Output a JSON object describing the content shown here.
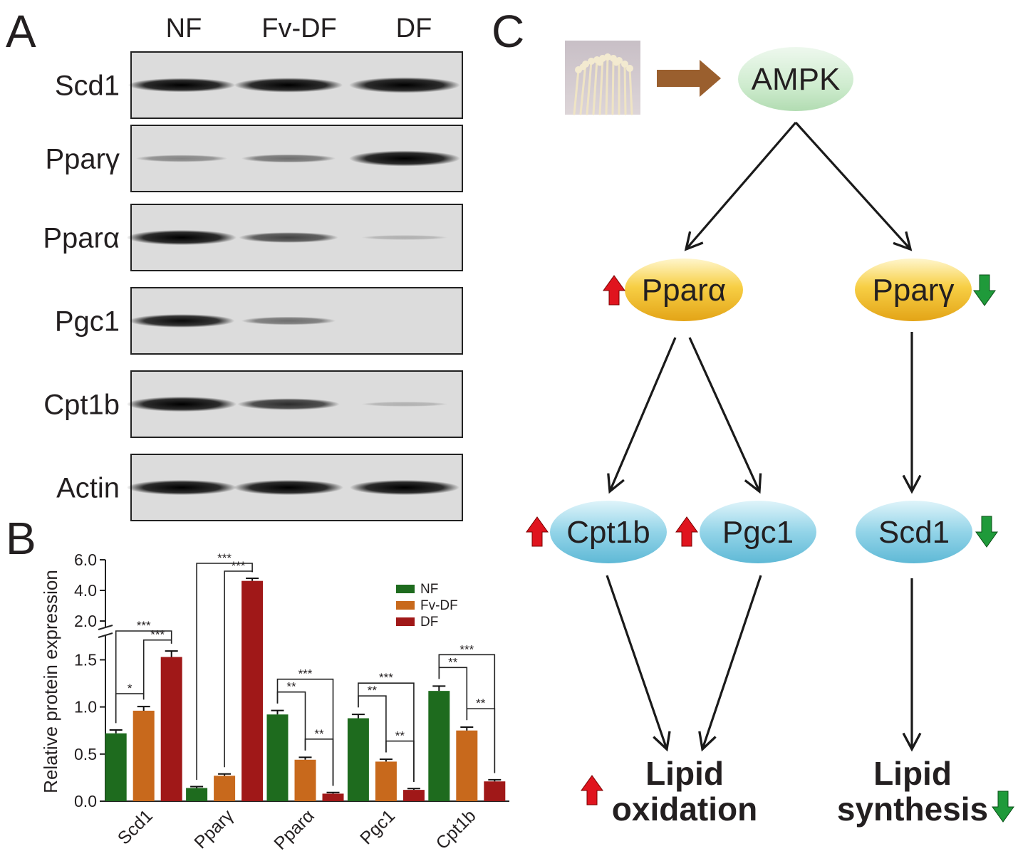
{
  "panels": {
    "a": "A",
    "b": "B",
    "c": "C"
  },
  "blot": {
    "lanes": [
      "NF",
      "Fv-DF",
      "DF"
    ],
    "rows": [
      {
        "label": "Scd1",
        "intensity": [
          0.85,
          0.9,
          1.0
        ]
      },
      {
        "label": "Pparγ",
        "intensity": [
          0.25,
          0.35,
          1.0
        ]
      },
      {
        "label": "Pparα",
        "intensity": [
          0.95,
          0.55,
          0.05
        ]
      },
      {
        "label": "Pgc1",
        "intensity": [
          0.8,
          0.35,
          0.0
        ]
      },
      {
        "label": "Cpt1b",
        "intensity": [
          0.95,
          0.65,
          0.05
        ]
      },
      {
        "label": "Actin",
        "intensity": [
          0.95,
          0.95,
          0.95
        ]
      }
    ]
  },
  "chart_data": {
    "type": "bar",
    "ylabel": "Relative protein expression",
    "categories": [
      "Scd1",
      "Pparγ",
      "Pparα",
      "Pgc1",
      "Cpt1b"
    ],
    "series": [
      {
        "name": "NF",
        "color": "#1e6b1e",
        "values": [
          0.72,
          0.14,
          0.92,
          0.88,
          1.17
        ]
      },
      {
        "name": "Fv-DF",
        "color": "#c8691c",
        "values": [
          0.96,
          0.27,
          0.44,
          0.42,
          0.75
        ]
      },
      {
        "name": "DF",
        "color": "#a01818",
        "values": [
          1.53,
          4.62,
          0.08,
          0.12,
          0.21
        ]
      }
    ],
    "ylim": [
      0,
      6.0
    ],
    "axis_break": [
      1.7,
      2.0
    ],
    "yticks": [
      "0.0",
      "0.5",
      "1.0",
      "1.5",
      "2.0",
      "4.0",
      "6.0"
    ],
    "legend_position": "top-right",
    "significance": [
      {
        "group": 0,
        "from": 0,
        "to": 1,
        "label": "*"
      },
      {
        "group": 0,
        "from": 1,
        "to": 2,
        "label": "***"
      },
      {
        "group": 0,
        "from": 0,
        "to": 2,
        "label": "***"
      },
      {
        "group": 1,
        "from": 1,
        "to": 2,
        "label": "***"
      },
      {
        "group": 1,
        "from": 0,
        "to": 2,
        "label": "***"
      },
      {
        "group": 2,
        "from": 0,
        "to": 1,
        "label": "**"
      },
      {
        "group": 2,
        "from": 1,
        "to": 2,
        "label": "**"
      },
      {
        "group": 2,
        "from": 0,
        "to": 2,
        "label": "***"
      },
      {
        "group": 3,
        "from": 0,
        "to": 1,
        "label": "**"
      },
      {
        "group": 3,
        "from": 1,
        "to": 2,
        "label": "**"
      },
      {
        "group": 3,
        "from": 0,
        "to": 2,
        "label": "***"
      },
      {
        "group": 4,
        "from": 0,
        "to": 1,
        "label": "**"
      },
      {
        "group": 4,
        "from": 1,
        "to": 2,
        "label": "**"
      },
      {
        "group": 4,
        "from": 0,
        "to": 2,
        "label": "***"
      }
    ]
  },
  "pathway": {
    "colors": {
      "up": "#e0141e",
      "down": "#1f9a3a",
      "arrow_brown": "#9a5f2e"
    },
    "nodes": {
      "ampk": "AMPK",
      "ppara": "Pparα",
      "pparg": "Pparγ",
      "cpt1b": "Cpt1b",
      "pgc1": "Pgc1",
      "scd1": "Scd1"
    },
    "outcomes": {
      "oxidation_line1": "Lipid",
      "oxidation_line2": "oxidation",
      "synthesis_line1": "Lipid",
      "synthesis_line2": "synthesis"
    }
  }
}
